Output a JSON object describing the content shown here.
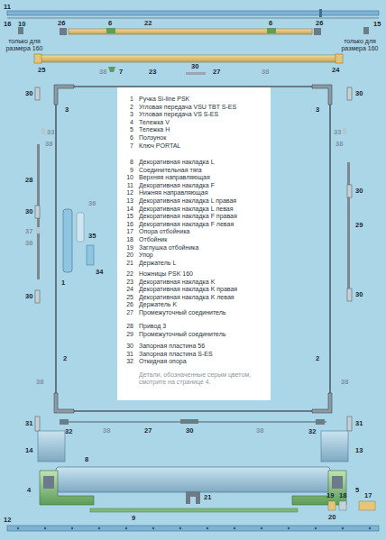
{
  "diagram": {
    "labels": [
      "11",
      "16",
      "10",
      "26",
      "6",
      "22",
      "6",
      "26",
      "15",
      "только для размера 160",
      "только для размера 160",
      "25",
      "38",
      "7",
      "23",
      "30",
      "27",
      "38",
      "24",
      "30",
      "3",
      "30",
      "3",
      "33",
      "38",
      "33",
      "38",
      "28",
      "30",
      "30",
      "36",
      "35",
      "29",
      "37",
      "38",
      "34",
      "30",
      "1",
      "30",
      "2",
      "2",
      "38",
      "38",
      "31",
      "31",
      "32",
      "38",
      "27",
      "30",
      "38",
      "32",
      "14",
      "13",
      "8",
      "4",
      "5",
      "21",
      "19",
      "18",
      "17",
      "9",
      "20",
      "12",
      "1",
      "Ручка Si-line PSK",
      "2",
      "Угловая передача VSU TBT S-ES",
      "3",
      "Угловая передача VS S-ES",
      "4",
      "Тележка V",
      "5",
      "Тележка H",
      "6",
      "Ползунок",
      "7",
      "Ключ PORTAL",
      "8",
      "Декоративная накладка L",
      "9",
      "Соединительная тяга",
      "10",
      "Верхняя направляющая",
      "11",
      "Декоративная накладка F",
      "12",
      "Нижняя направляющая",
      "13",
      "Декоративная накладка L правая",
      "14",
      "Декоративная накладка L левая",
      "15",
      "Декоративная накладка F правая",
      "16",
      "Декоративная накладка F левая",
      "17",
      "Опора отбойника",
      "18",
      "Отбойник",
      "19",
      "Заглушка отбойника",
      "20",
      "Упор",
      "21",
      "Держатель L",
      "22",
      "Ножницы PSK 160",
      "23",
      "Декоративная накладка K",
      "24",
      "Декоративная накладка K правая",
      "25",
      "Декоративная накладка K левая",
      "26",
      "Держатель K",
      "27",
      "Промежуточный соединитель",
      "28",
      "Привод 3",
      "29",
      "Промежуточный соединитель",
      "30",
      "Запорная пластина 56",
      "31",
      "Запорная пластина S-ES",
      "32",
      "Откидная опора",
      "Детали, обозначенные серым цветом, смотрите на странице 4."
    ]
  }
}
